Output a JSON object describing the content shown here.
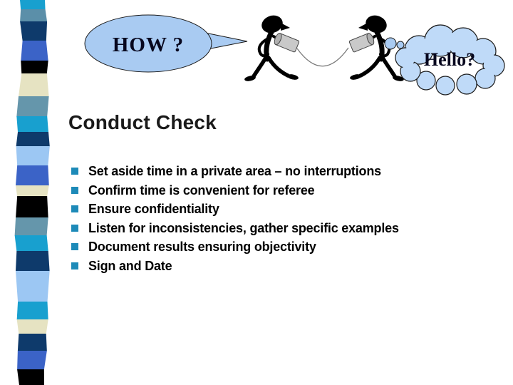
{
  "slide": {
    "speech_bubble_text": "HOW ?",
    "thought_cloud_text": "Hello?",
    "title": "Conduct Check",
    "bullets": [
      "Set aside time in a private area – no interruptions",
      "Confirm time is convenient for referee",
      "Ensure confidentiality",
      "Listen for inconsistencies, gather specific examples",
      "Document results ensuring objectivity",
      "Sign and Date"
    ]
  },
  "colors": {
    "bubble_fill": "#A9CBF2",
    "cloud_fill": "#BFDAF8",
    "bullet_marker": "#1D8AB8",
    "title_text": "#1A1A1A",
    "body_text": "#000000",
    "can_fill": "#C9C9C9",
    "can_rim": "#AFAFAF",
    "cord_stroke": "#777777"
  },
  "ribbon": {
    "segments": [
      {
        "h": 13,
        "color": "#18A0CF"
      },
      {
        "h": 17,
        "color": "#5B8FA9"
      },
      {
        "h": 27,
        "color": "#0E3A6B"
      },
      {
        "h": 28,
        "color": "#3B63C7"
      },
      {
        "h": 18,
        "color": "#000000"
      },
      {
        "h": 32,
        "color": "#E6E3C2"
      },
      {
        "h": 28,
        "color": "#6596AB"
      },
      {
        "h": 22,
        "color": "#18A0CF"
      },
      {
        "h": 20,
        "color": "#0E3A6B"
      },
      {
        "h": 27,
        "color": "#9CC7F3"
      },
      {
        "h": 28,
        "color": "#3B63C7"
      },
      {
        "h": 15,
        "color": "#E6E3C2"
      },
      {
        "h": 30,
        "color": "#000000"
      },
      {
        "h": 25,
        "color": "#6596AB"
      },
      {
        "h": 22,
        "color": "#18A0CF"
      },
      {
        "h": 28,
        "color": "#0E3A6B"
      },
      {
        "h": 43,
        "color": "#9CC7F3"
      },
      {
        "h": 25,
        "color": "#18A0CF"
      },
      {
        "h": 20,
        "color": "#E6E3C2"
      },
      {
        "h": 24,
        "color": "#0E3A6B"
      },
      {
        "h": 26,
        "color": "#3B63C7"
      },
      {
        "h": 22,
        "color": "#000000"
      }
    ]
  }
}
